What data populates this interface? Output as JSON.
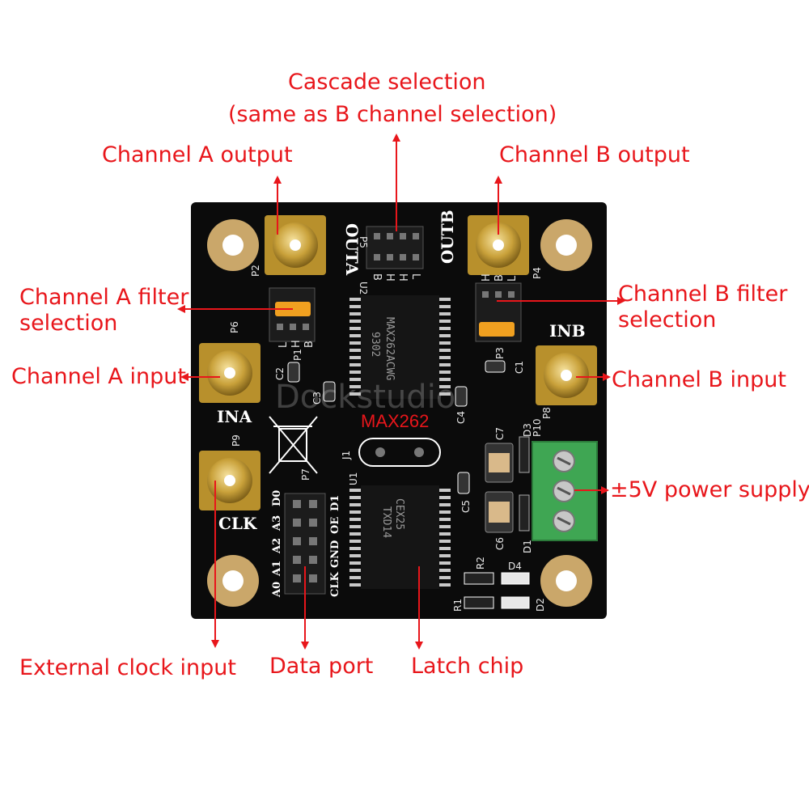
{
  "callouts": {
    "cascade_line1": "Cascade selection",
    "cascade_line2": "(same as B channel selection)",
    "channel_a_output": "Channel A output",
    "channel_b_output": "Channel B output",
    "channel_a_filter": "Channel A filter selection",
    "channel_b_filter": "Channel B filter selection",
    "channel_a_input": "Channel A input",
    "channel_b_input": "Channel B input",
    "power_supply": "±5V power supply",
    "external_clock": "External clock input",
    "data_port": "Data port",
    "latch_chip": "Latch chip"
  },
  "silkscreen": {
    "outa": "OUTA",
    "outb": "OUTB",
    "ina": "INA",
    "inb": "INB",
    "clk": "CLK",
    "p1": "P1",
    "p2": "P2",
    "p3": "P3",
    "p4": "P4",
    "p5": "P5",
    "p6": "P6",
    "p7": "P7",
    "p8": "P8",
    "p9": "P9",
    "p10": "P10",
    "u1": "U1",
    "u2": "U2",
    "j1": "J1",
    "c1": "C1",
    "c2": "C2",
    "c3": "C3",
    "c4": "C4",
    "c5": "C5",
    "c6": "C6",
    "c7": "C7",
    "d1": "D1",
    "d2": "D2",
    "d3": "D3",
    "d4": "D4",
    "r1": "R1",
    "r2": "R2",
    "max262": "MAX262",
    "p5_pins": [
      "B",
      "H",
      "H",
      "L"
    ],
    "p1_pins": [
      "L",
      "H",
      "B"
    ],
    "p3_pins": [
      "H",
      "B",
      "L"
    ],
    "data_left": [
      "D0",
      "A3",
      "A2",
      "A1",
      "A0"
    ],
    "data_right": [
      "D1",
      "OE",
      "GND",
      "CLK"
    ]
  },
  "chips": {
    "u2_line1": "MAX262ACWG",
    "u2_line2": "9302",
    "u1_line1": "CEX25",
    "u1_line2": "TXD14"
  },
  "watermark": "Dockstudio",
  "colors": {
    "callout": "#e8161b",
    "board": "#0b0b0b",
    "gold": "#c9a13a",
    "terminal": "#3fa653"
  }
}
